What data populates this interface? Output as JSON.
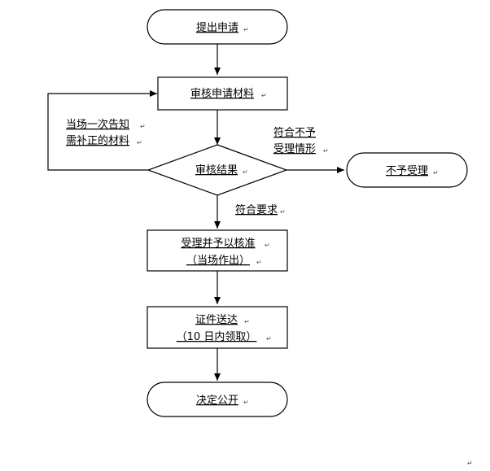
{
  "nodes": {
    "start": "提出申请",
    "review": "审核申请材料",
    "decision": "审核结果",
    "reject": "不予受理",
    "accept_l1": "受理并予以核准",
    "accept_l2": "（当场作出）",
    "deliver_l1": "证件送达",
    "deliver_l2": "（10 日内领取）",
    "end": "决定公开"
  },
  "edge_labels": {
    "supplement_l1": "当场一次告知",
    "supplement_l2": "需补正的材料",
    "not_meet_l1": "符合不予",
    "not_meet_l2": "受理情形",
    "meet": "符合要求"
  },
  "paragraph_mark": "↵"
}
